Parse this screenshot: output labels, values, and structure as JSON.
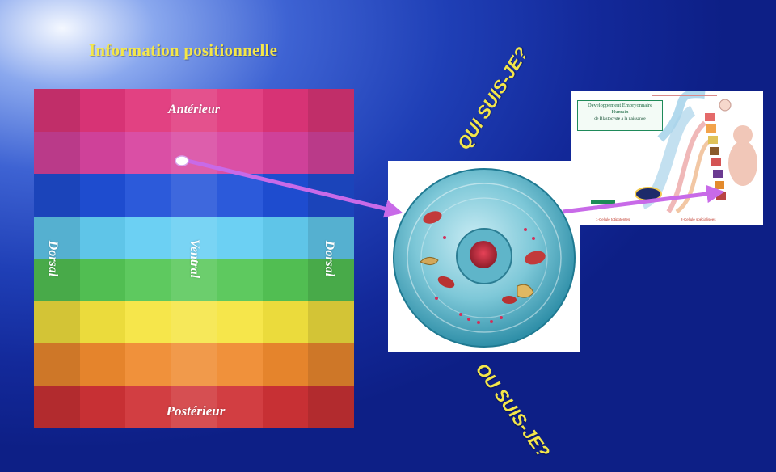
{
  "slide": {
    "title": "Information positionnelle",
    "questions": {
      "top": "QUI SUIS-JE?",
      "bottom": "OU SUIS-JE?"
    }
  },
  "grid": {
    "labels": {
      "anterior": "Antérieur",
      "posterior": "Postérieur",
      "ventral": "Ventral",
      "dorsal_left": "Dorsal",
      "dorsal_right": "Dorsal"
    },
    "band_colors": [
      "#e0357a",
      "#d8449f",
      "#1f4fd8",
      "#63cdf2",
      "#54c655",
      "#f5e43f",
      "#ef8a2e",
      "#cf3236"
    ]
  },
  "embryo_diagram": {
    "title_line1": "Développement Embryonnaire",
    "title_line2": "Humain",
    "title_line3": "de Blastocyste à la naissance",
    "footer_left": "1-Cellule totipotentes",
    "footer_right": "2-Cellule spécialisées"
  },
  "colors": {
    "arrow": "#c86ae8",
    "question_text": "#f3e64a",
    "title_text": "#f3e64a"
  }
}
